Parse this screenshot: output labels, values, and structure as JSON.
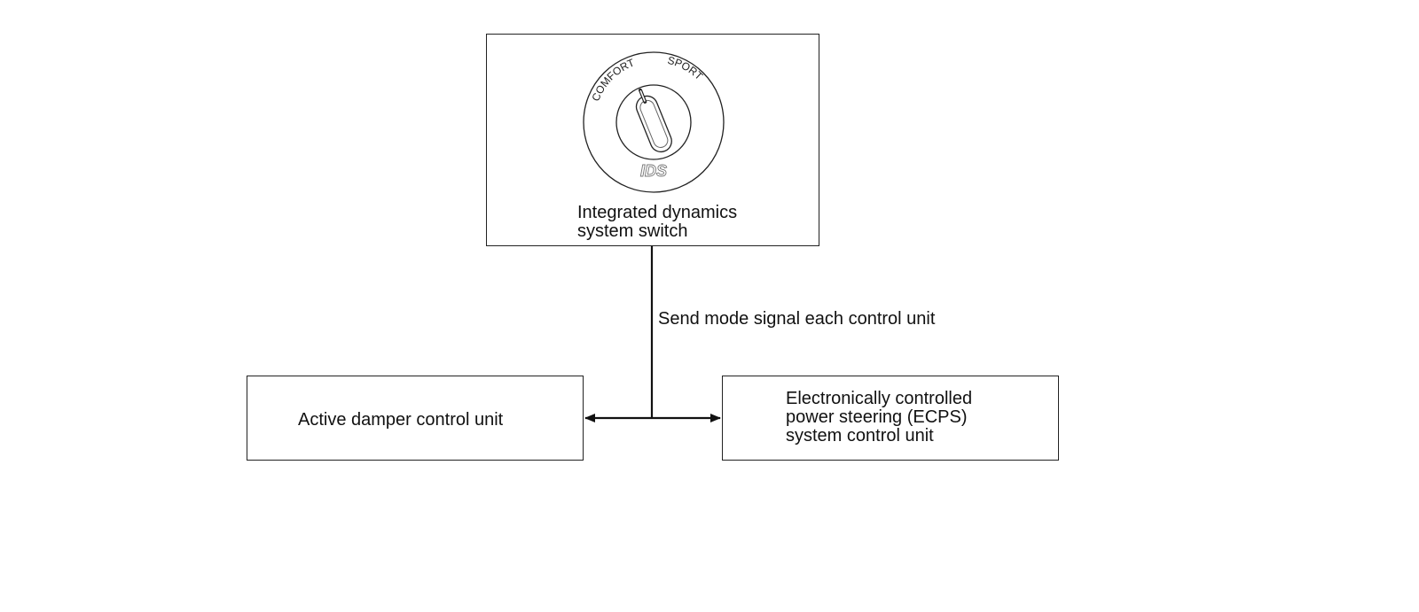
{
  "switch_box": {
    "dial": {
      "left_mode": "COMFORT",
      "right_mode": "SPORT",
      "badge": "IDS"
    },
    "label_lines": [
      "Integrated dynamics",
      "system switch"
    ]
  },
  "connector": {
    "label": "Send mode signal each control unit"
  },
  "damper_box": {
    "label": "Active damper control unit"
  },
  "ecps_box": {
    "label_lines": [
      "Electronically controlled",
      "power steering (ECPS)",
      "system control unit"
    ]
  },
  "colors": {
    "stroke": "#222222",
    "background": "#ffffff"
  }
}
